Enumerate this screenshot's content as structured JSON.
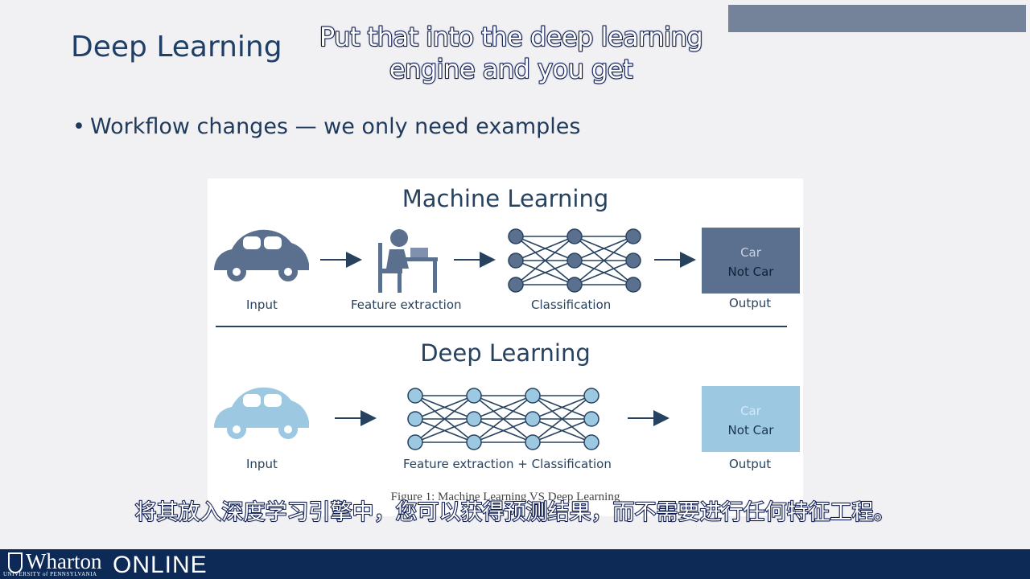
{
  "slide": {
    "title": "Deep Learning",
    "bullet": "Workflow changes — we only need examples"
  },
  "captions": {
    "top_en": "Put that into the deep learning engine and you get",
    "bottom_cn": "将其放入深度学习引擎中，您可以获得预测结果，而不需要进行任何特征工程。"
  },
  "figure": {
    "ml": {
      "title": "Machine Learning",
      "input_label": "Input",
      "feature_label": "Feature extraction",
      "classification_label": "Classification",
      "output_label": "Output",
      "out_car": "Car",
      "out_notcar": "Not Car"
    },
    "dl": {
      "title": "Deep Learning",
      "input_label": "Input",
      "combined_label": "Feature extraction + Classification",
      "output_label": "Output",
      "out_car": "Car",
      "out_notcar": "Not Car"
    },
    "caption": "Figure 1: Machine Learning VS Deep Learning",
    "colors": {
      "ml": "#5b6f8f",
      "dl": "#9cc8e2",
      "text": "#27425f"
    }
  },
  "footer": {
    "brand": "Wharton",
    "sub": "UNIVERSITY of PENNSYLVANIA",
    "online": "ONLINE"
  }
}
